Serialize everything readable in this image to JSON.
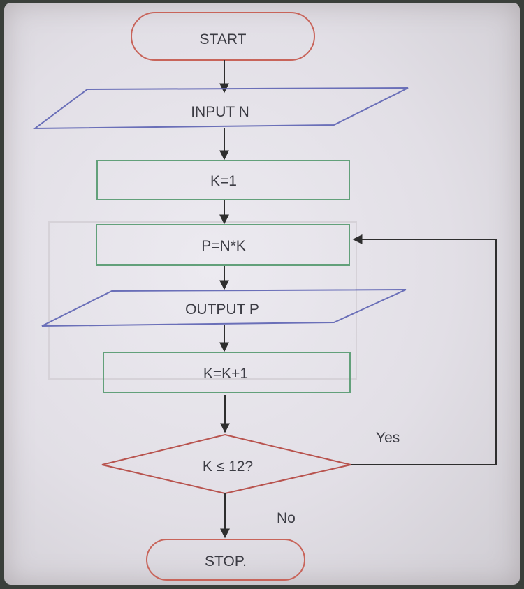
{
  "flowchart": {
    "start": "START",
    "input": "INPUT N",
    "init": "K=1",
    "compute": "P=N*K",
    "output": "OUTPUT P",
    "increment": "K=K+1",
    "decision": "K ≤ 12?",
    "yes_label": "Yes",
    "no_label": "No",
    "stop": "STOP."
  },
  "colors": {
    "terminal": "#c8645a",
    "io": "#6a6fb8",
    "process": "#62a07a",
    "decision": "#b8534e",
    "arrow": "#2e2e2e"
  }
}
